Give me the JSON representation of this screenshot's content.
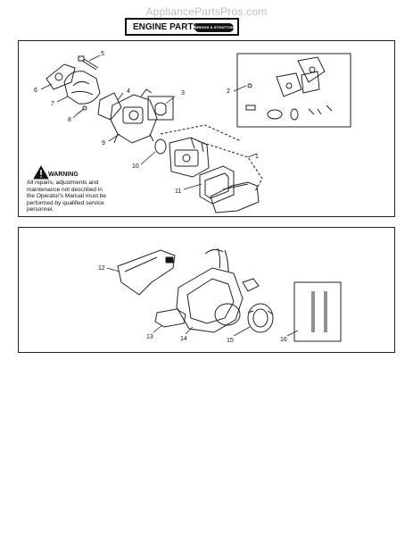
{
  "header": {
    "site": "AppliancePartsPros.com",
    "title": "ENGINE PARTS",
    "logo_text": "BRIGGS & STRATTON"
  },
  "warning": {
    "title": "WARNING",
    "lines": [
      "All repairs, adjustments and",
      "maintenance not described in",
      "the Operator's Manual must be",
      "performed by qualified service",
      "personnel."
    ]
  },
  "callouts": [
    "1",
    "2",
    "3",
    "4",
    "5",
    "6",
    "7",
    "8",
    "9",
    "10",
    "11",
    "12",
    "13",
    "14",
    "15",
    "16"
  ]
}
